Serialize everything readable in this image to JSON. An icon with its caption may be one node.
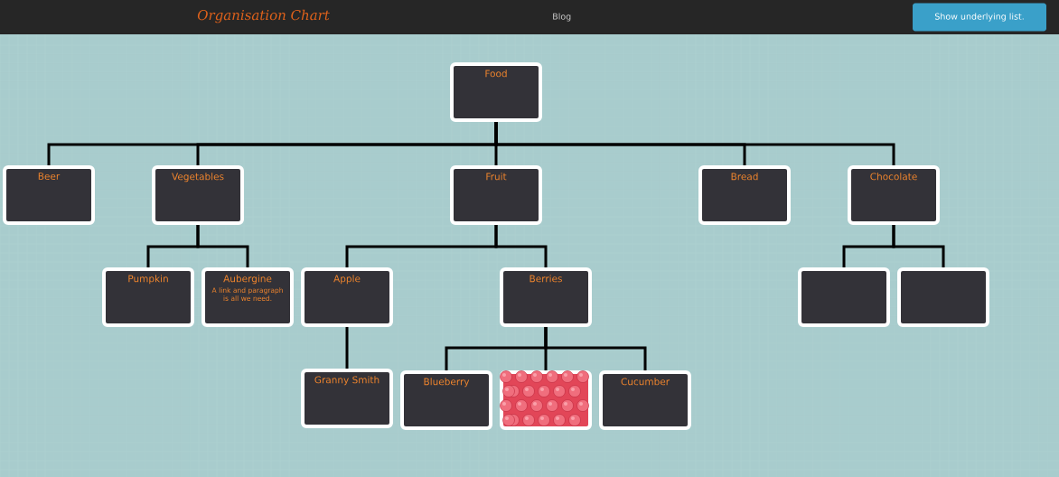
{
  "diagram": {
    "title": "Organisation Chart",
    "nodes": [
      {
        "text": [
          "Food"
        ]
      },
      {
        "text": [
          "Beer"
        ]
      },
      {
        "text": [
          "Vegetables"
        ]
      },
      {
        "text": [
          "Fruit"
        ]
      },
      {
        "text": [
          "Bread"
        ]
      },
      {
        "text": [
          "Chocolate"
        ]
      },
      {
        "text": [
          "Pumpkin"
        ]
      },
      {
        "text": [
          "Aubergine",
          "A link and paragraph is all we need."
        ]
      },
      {
        "text": [
          "Apple"
        ]
      },
      {
        "text": [
          "Berries"
        ]
      },
      {
        "text": [],
        "shape": "box"
      },
      {
        "text": [],
        "shape": "box"
      },
      {
        "text": [
          "Granny Smith"
        ]
      },
      {
        "text": [
          "Blueberry"
        ]
      },
      {
        "text": [],
        "shape": "picture"
      },
      {
        "text": [
          "Cucumber"
        ]
      }
    ],
    "edges": [
      {
        "from": 0,
        "to": 1,
        "arrow": "none"
      },
      {
        "from": 0,
        "to": 2,
        "arrow": "none"
      },
      {
        "from": 0,
        "to": 3,
        "arrow": "none"
      },
      {
        "from": 0,
        "to": 4,
        "arrow": "none"
      },
      {
        "from": 0,
        "to": 5,
        "arrow": "none"
      },
      {
        "from": 2,
        "to": 6,
        "arrow": "none"
      },
      {
        "from": 2,
        "to": 7,
        "arrow": "none"
      },
      {
        "from": 3,
        "to": 8,
        "arrow": "none"
      },
      {
        "from": 3,
        "to": 9,
        "arrow": "none"
      },
      {
        "from": 5,
        "to": 10,
        "arrow": "none"
      },
      {
        "from": 5,
        "to": 11,
        "arrow": "none"
      },
      {
        "from": 8,
        "to": 12,
        "arrow": "none"
      },
      {
        "from": 9,
        "to": 13,
        "arrow": "none"
      },
      {
        "from": 9,
        "to": 14,
        "arrow": "none"
      },
      {
        "from": 9,
        "to": 15,
        "arrow": "none"
      }
    ],
    "labels": [
      "Blog",
      "Show underlying list."
    ]
  }
}
